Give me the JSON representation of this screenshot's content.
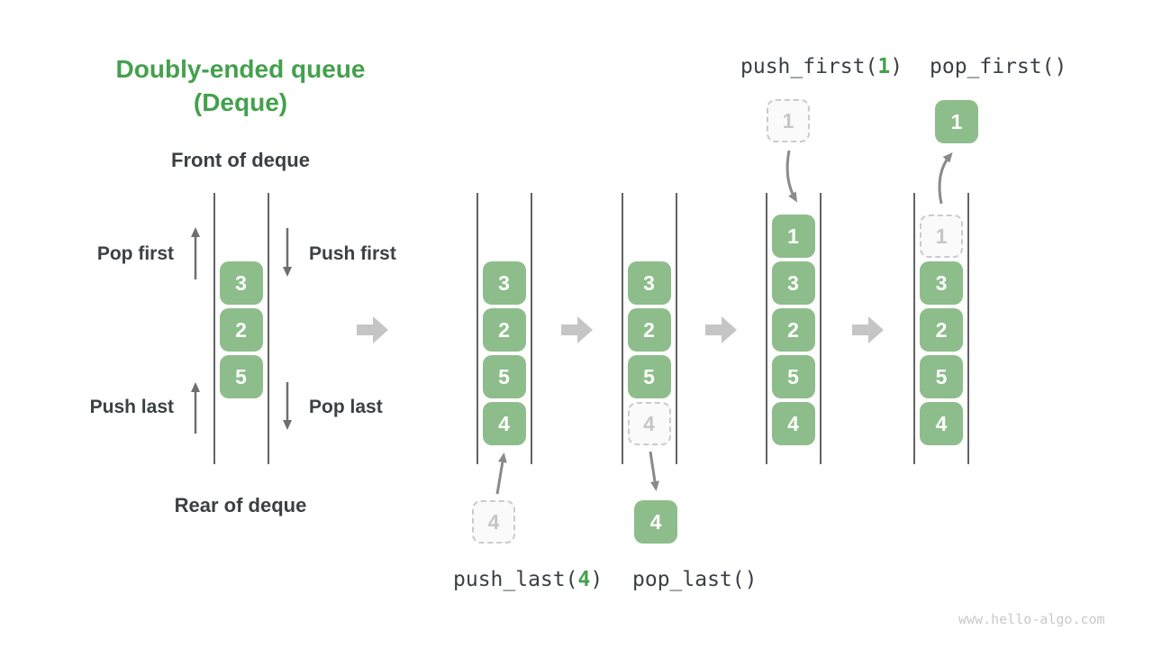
{
  "title": {
    "line1": "Doubly-ended queue",
    "line2": "(Deque)"
  },
  "labels": {
    "front": "Front of deque",
    "rear": "Rear of deque",
    "pop_first": "Pop first",
    "push_first": "Push first",
    "push_last": "Push last",
    "pop_last": "Pop last"
  },
  "operations": {
    "push_first": {
      "prefix": "push_first(",
      "arg": "1",
      "suffix": ")"
    },
    "pop_first": {
      "label": "pop_first()"
    },
    "push_last": {
      "prefix": "push_last(",
      "arg": "4",
      "suffix": ")"
    },
    "pop_last": {
      "label": "pop_last()"
    }
  },
  "watermark": "www.hello-algo.com",
  "colors": {
    "accent_green": "#44a04d",
    "block_green": "#8dbd8b",
    "step_arrow_gray": "#c5c5c5",
    "label_dark": "#3c4043"
  },
  "deques": [
    {
      "name": "deque-initial",
      "top_row": 1,
      "blocks": [
        {
          "value": "3"
        },
        {
          "value": "2"
        },
        {
          "value": "5"
        }
      ],
      "floating": null
    },
    {
      "name": "deque-push-last",
      "top_row": 1,
      "blocks": [
        {
          "value": "3"
        },
        {
          "value": "2"
        },
        {
          "value": "5"
        },
        {
          "value": "4"
        }
      ],
      "floating": {
        "value": "4",
        "dashed": true,
        "position": "below"
      }
    },
    {
      "name": "deque-pop-last",
      "top_row": 1,
      "blocks": [
        {
          "value": "3"
        },
        {
          "value": "2"
        },
        {
          "value": "5"
        },
        {
          "value": "4",
          "dashed": true
        }
      ],
      "floating": {
        "value": "4",
        "dashed": false,
        "position": "below"
      }
    },
    {
      "name": "deque-push-first",
      "top_row": 0,
      "blocks": [
        {
          "value": "1"
        },
        {
          "value": "3"
        },
        {
          "value": "2"
        },
        {
          "value": "5"
        },
        {
          "value": "4"
        }
      ],
      "floating": {
        "value": "1",
        "dashed": true,
        "position": "above"
      }
    },
    {
      "name": "deque-pop-first",
      "top_row": 0,
      "blocks": [
        {
          "value": "1",
          "dashed": true
        },
        {
          "value": "3"
        },
        {
          "value": "2"
        },
        {
          "value": "5"
        },
        {
          "value": "4"
        }
      ],
      "floating": {
        "value": "1",
        "dashed": false,
        "position": "above"
      }
    }
  ]
}
